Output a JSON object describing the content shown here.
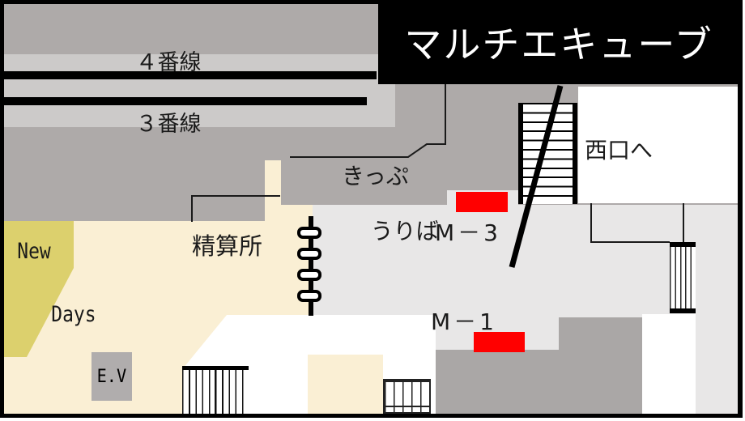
{
  "banner": {
    "title": "マルチエキューブ"
  },
  "platforms": {
    "line4_label": "４番線",
    "line3_label": "３番線"
  },
  "facilities": {
    "ticket_office_line1": "きっぷ",
    "ticket_office_line2": "うりば",
    "fare_adjustment": "精算所",
    "west_exit": "西口へ",
    "newdays_line1": "New",
    "newdays_line2": "Days",
    "elevator": "E.V"
  },
  "cubes": {
    "m3_label": "M－3",
    "m1_label": "M－1"
  },
  "colors": {
    "banner_bg": "#000000",
    "banner_text": "#ffffff",
    "platform_band": "#cccac9",
    "upper_gray": "#aeaaa9",
    "concourse_gray": "#e8e7e7",
    "concourse_cream": "#faefd4",
    "newdays_yellow": "#dcd06d",
    "cube_red": "#ff0000",
    "elevator_gray": "#b0adad",
    "track_line": "#000000"
  }
}
